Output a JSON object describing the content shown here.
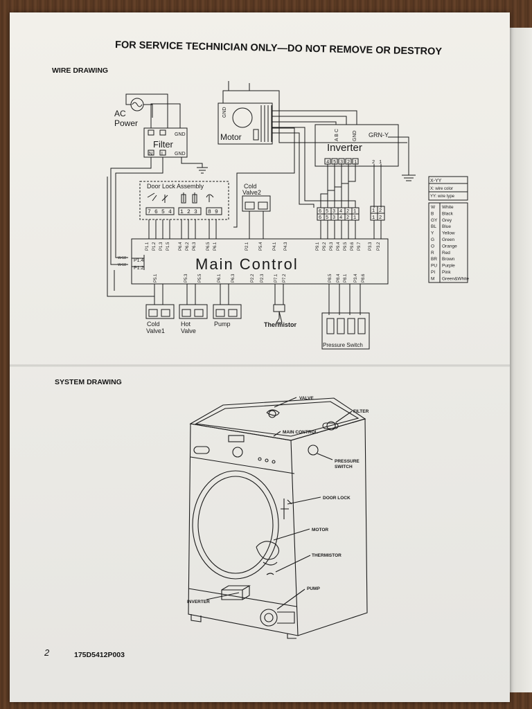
{
  "header": {
    "title": "FOR SERVICE TECHNICIAN ONLY—DO NOT REMOVE OR DESTROY",
    "wire_drawing": "WIRE DRAWING",
    "system_drawing": "SYSTEM DRAWING"
  },
  "wire": {
    "ac_power_1": "AC",
    "ac_power_2": "Power",
    "filter": "Filter",
    "filter_gnd_top": "GND",
    "filter_gnd_bot": "GND",
    "filter_n": "N",
    "filter_l": "L",
    "motor": "Motor",
    "motor_gnd": "GND",
    "inverter": "Inverter",
    "inverter_grn_y": "GRN-Y",
    "inverter_abc": "A B C",
    "inverter_gnd": "GND",
    "inverter_pins": [
      "4",
      "5",
      "3",
      "2",
      "1"
    ],
    "inverter_pins_right": [
      "2",
      "1"
    ],
    "door_lock": "Door Lock Assembly",
    "door_lock_pins": [
      "7",
      "6",
      "5",
      "4",
      "1",
      "2",
      "3",
      "8",
      "9"
    ],
    "cold_valve2_1": "Cold",
    "cold_valve2_2": "Valve2",
    "main_control": "Main Control",
    "top_ports": [
      "P1.1",
      "P1.2",
      "P1.3",
      "P1.5",
      "P6.4",
      "P6.2",
      "P6.3",
      "P6.5",
      "P6.1",
      "P2.1",
      "P5.4",
      "P4.1",
      "P4.3",
      "P9.1",
      "P9.2",
      "P9.3",
      "P9.4",
      "P9.5",
      "P9.6",
      "P9.7",
      "P3.3",
      "P3.2"
    ],
    "left_ports": [
      "P1.4",
      "P1.2"
    ],
    "bottom_ports": [
      "P5.1",
      "P5.3",
      "P5.5",
      "P6.1",
      "P6.3",
      "P2.2",
      "P2.3",
      "P7.1",
      "P7.2",
      "P8.5",
      "P8.4",
      "P8.1",
      "P3.4",
      "P8.6"
    ],
    "connector_6_top": [
      "6",
      "5",
      "3",
      "4",
      "2",
      "1"
    ],
    "connector_6_bot": [
      "6",
      "5",
      "3",
      "4",
      "2",
      "1"
    ],
    "connector_2_top": [
      "1",
      "2"
    ],
    "connector_2_bot": [
      "1",
      "2"
    ],
    "wire_codes_left": [
      "W-18",
      "W-18"
    ],
    "cold_valve1_1": "Cold",
    "cold_valve1_2": "Valve1",
    "hot_valve_1": "Hot",
    "hot_valve_2": "Valve",
    "pump": "Pump",
    "thermistor": "Thermistor",
    "pressure_switch": "Pressure Switch",
    "legend_title": "X-YY",
    "legend_x": "X: wire color",
    "legend_yy": "YY: wire type",
    "legend_colors": [
      {
        "code": "W",
        "name": "White"
      },
      {
        "code": "B",
        "name": "Black"
      },
      {
        "code": "GY",
        "name": "Grey"
      },
      {
        "code": "BL",
        "name": "Blue"
      },
      {
        "code": "Y",
        "name": "Yellow"
      },
      {
        "code": "G",
        "name": "Green"
      },
      {
        "code": "O",
        "name": "Orange"
      },
      {
        "code": "R",
        "name": "Red"
      },
      {
        "code": "BR",
        "name": "Brown"
      },
      {
        "code": "PU",
        "name": "Purple"
      },
      {
        "code": "PI",
        "name": "Pink"
      },
      {
        "code": "M",
        "name": "Green&White"
      }
    ]
  },
  "system": {
    "valve": "VALVE",
    "filter": "FILTER",
    "main_control": "MAIN CONTROL",
    "pressure_switch_1": "PRESSURE",
    "pressure_switch_2": "SWITCH",
    "door_lock": "DOOR LOCK",
    "motor": "MOTOR",
    "thermistor": "THERMISTOR",
    "pump": "PUMP",
    "inverter": "INVERTER"
  },
  "footer": {
    "page_number": "2",
    "part_number": "175D5412P003"
  }
}
